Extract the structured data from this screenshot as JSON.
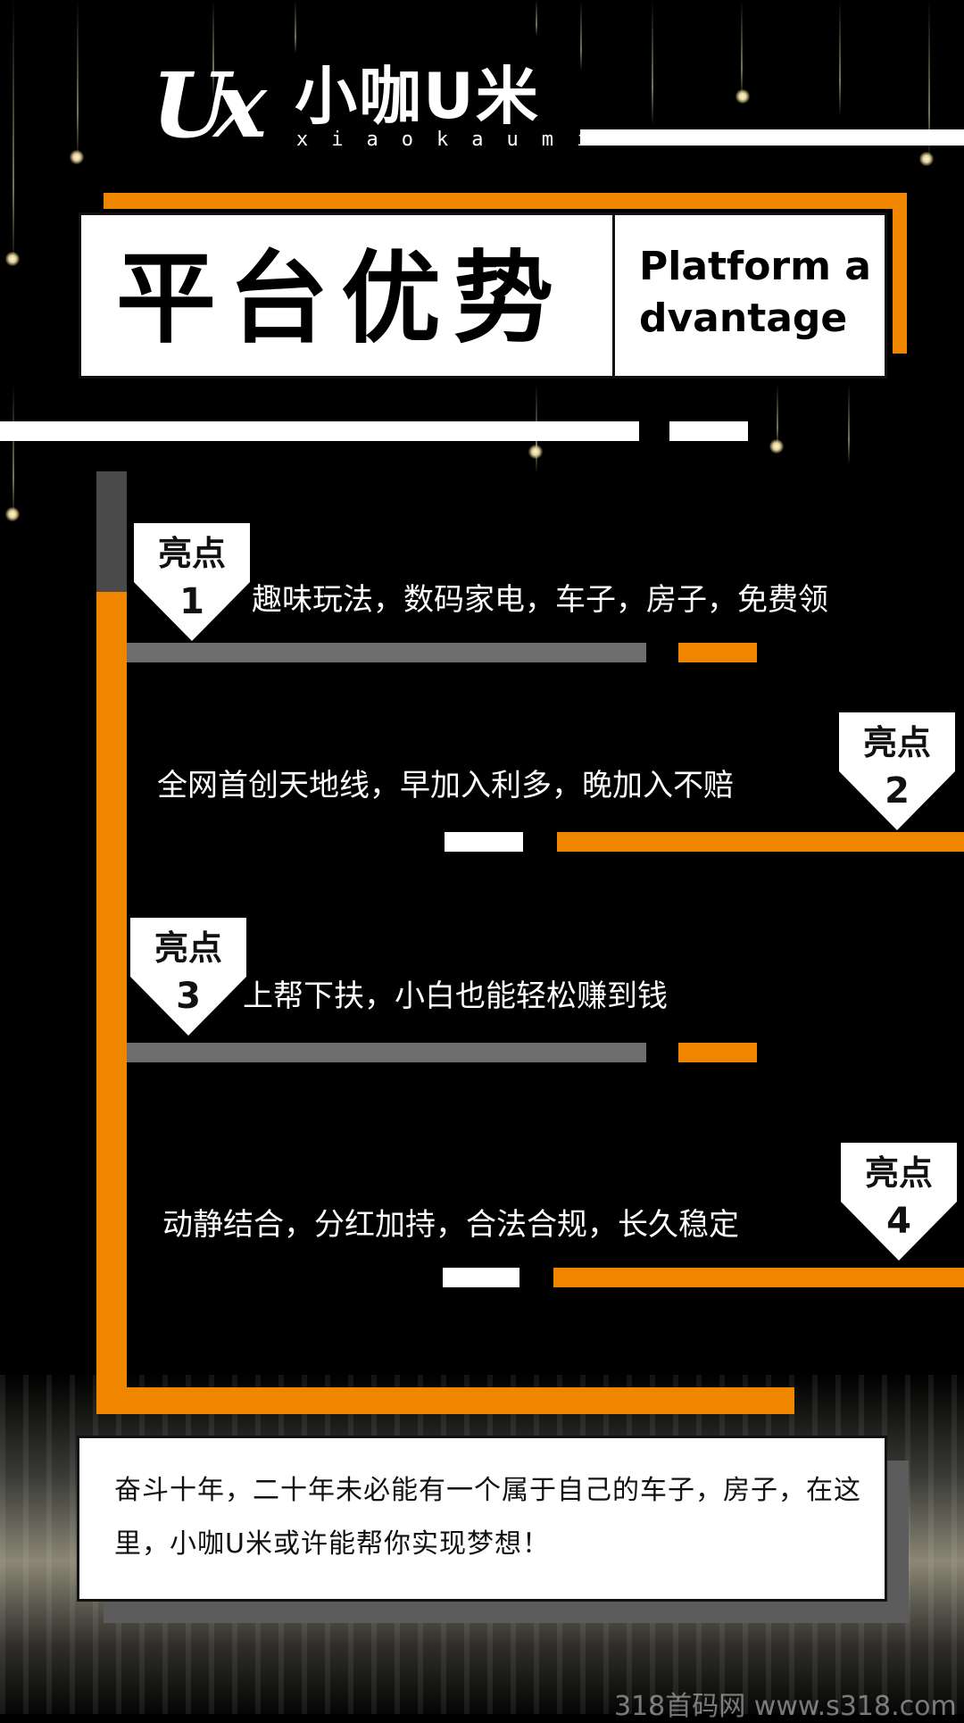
{
  "logo": {
    "mark": "Uх",
    "name": "小咖U米",
    "pinyin": "xiaokaumi"
  },
  "title": {
    "cn": "平台优势",
    "en": "Platform advantage"
  },
  "highlights": [
    {
      "badge": "亮点",
      "number": "1",
      "text": "趣味玩法，数码家电，车子，房子，免费领"
    },
    {
      "badge": "亮点",
      "number": "2",
      "text": "全网首创天地线，早加入利多，晚加入不赔"
    },
    {
      "badge": "亮点",
      "number": "3",
      "text": "上帮下扶，小白也能轻松赚到钱"
    },
    {
      "badge": "亮点",
      "number": "4",
      "text": "动静结合，分红加持，合法合规，长久稳定"
    }
  ],
  "bottom_text": "奋斗十年，二十年未必能有一个属于自己的车子，房子，在这里，小咖U米或许能帮你实现梦想！",
  "watermark": "318首码网  www.s318.com",
  "colors": {
    "accent": "#f08500",
    "background": "#000000",
    "box": "#ffffff",
    "gray": "#6e6e6e"
  }
}
